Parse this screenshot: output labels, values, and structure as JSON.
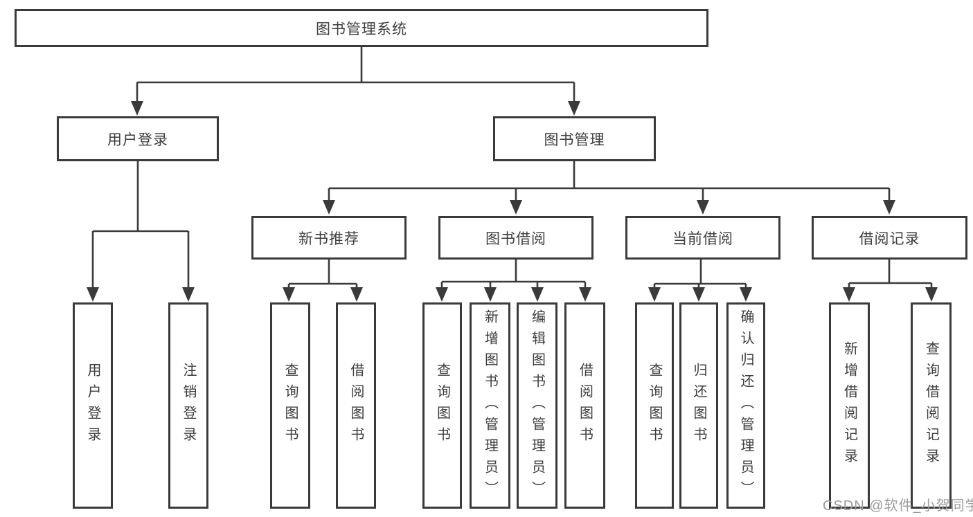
{
  "tree": {
    "label": "图书管理系统",
    "children": [
      {
        "label": "用户登录",
        "children": [
          {
            "label": "用户登录"
          },
          {
            "label": "注销登录"
          }
        ]
      },
      {
        "label": "图书管理",
        "children": [
          {
            "label": "新书推荐",
            "children": [
              {
                "label": "查询图书"
              },
              {
                "label": "借阅图书"
              }
            ]
          },
          {
            "label": "图书借阅",
            "children": [
              {
                "label": "查询图书"
              },
              {
                "label": "新增图书（管理员）"
              },
              {
                "label": "编辑图书（管理员）"
              },
              {
                "label": "借阅图书"
              }
            ]
          },
          {
            "label": "当前借阅",
            "children": [
              {
                "label": "查询图书"
              },
              {
                "label": "归还图书"
              },
              {
                "label": "确认归还（管理员）"
              }
            ]
          },
          {
            "label": "借阅记录",
            "children": [
              {
                "label": "新增借阅记录"
              },
              {
                "label": "查询借阅记录"
              }
            ]
          }
        ]
      }
    ]
  },
  "watermark": {
    "text": "CSDN @软件_小贺同学"
  },
  "colors": {
    "line": "#3a3a3a",
    "text": "#3d3d3d",
    "watermark": "#9c9c9c",
    "background": "#ffffff"
  }
}
